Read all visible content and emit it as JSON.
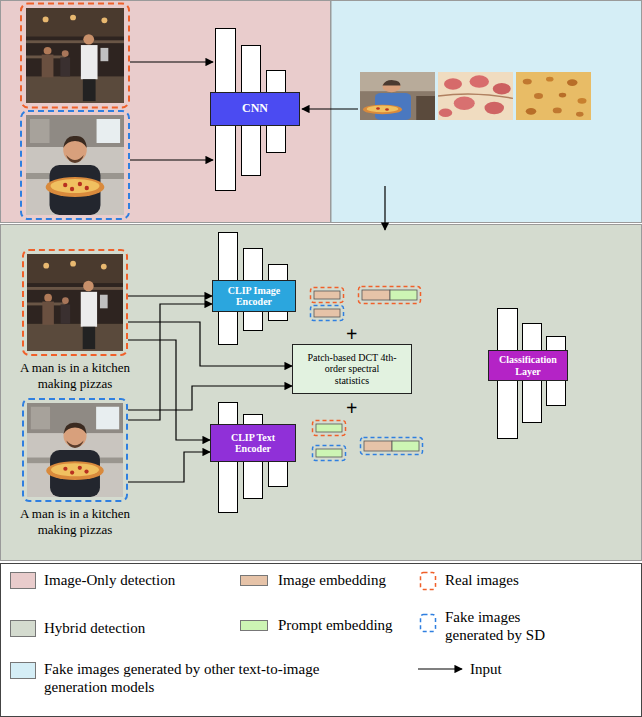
{
  "diagram": {
    "nodes": [
      {
        "text": [
          "CNN"
        ]
      },
      {
        "text": [
          "A man is in a kitchen making pizzas"
        ]
      },
      {
        "text": [
          "CLIP Image Encoder"
        ]
      },
      {
        "text": [
          "Patch-based DCT 4th-order spectral statistics"
        ]
      },
      {
        "text": [
          "Classification Layer"
        ]
      },
      {
        "text": [
          "A man is in a kitchen making pizzas"
        ]
      },
      {
        "text": [
          "CLIP Text Encoder"
        ]
      }
    ],
    "edges": [
      {
        "from": 1,
        "to": 2,
        "arrow": "to"
      },
      {
        "from": 1,
        "to": 3,
        "arrow": "to"
      },
      {
        "from": 1,
        "to": 6,
        "arrow": "to"
      },
      {
        "from": 5,
        "to": 2,
        "arrow": "to"
      },
      {
        "from": 5,
        "to": 3,
        "arrow": "to"
      },
      {
        "from": 5,
        "to": 6,
        "arrow": "to"
      }
    ],
    "labels": [
      "+",
      "+"
    ],
    "legend": [
      {
        "text": "Image-Only detection",
        "color": "#e9cccc"
      },
      {
        "text": "Image embedding",
        "color": "#e6c3a8"
      },
      {
        "text": "Real images"
      },
      {
        "text": "Hybrid detection",
        "color": "#d4dbcf"
      },
      {
        "text": "Prompt embedding",
        "color": "#cdf5b4"
      },
      {
        "text": "Fake images generated by SD"
      },
      {
        "text": "Fake images generated by other text-to-image generation models",
        "color": "#d5eef6"
      },
      {
        "text": "Input"
      }
    ]
  }
}
